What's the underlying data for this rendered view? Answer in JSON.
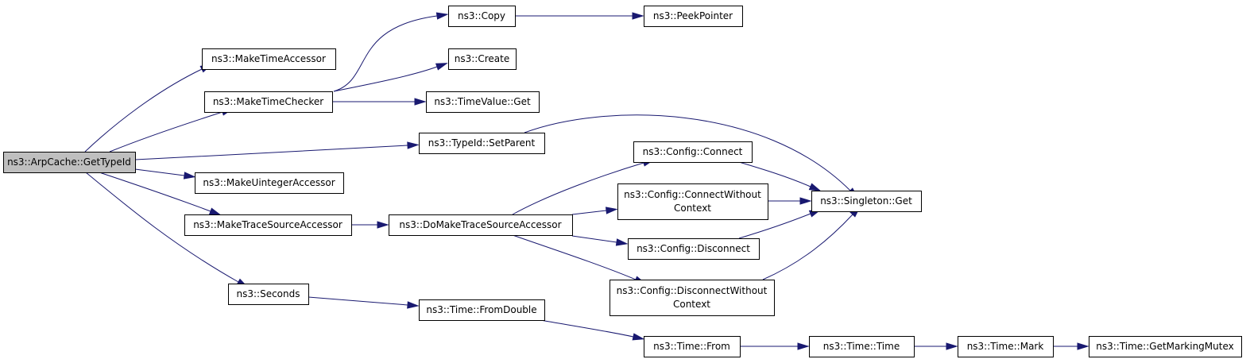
{
  "nodes": [
    {
      "id": "n1",
      "lines": [
        "ns3::ArpCache::GetTypeId"
      ]
    },
    {
      "id": "n2",
      "lines": [
        "ns3::MakeTimeAccessor"
      ]
    },
    {
      "id": "n3",
      "lines": [
        "ns3::MakeTimeChecker"
      ]
    },
    {
      "id": "n4",
      "lines": [
        "ns3::MakeUintegerAccessor"
      ]
    },
    {
      "id": "n5",
      "lines": [
        "ns3::MakeTraceSourceAccessor"
      ]
    },
    {
      "id": "n6",
      "lines": [
        "ns3::Seconds"
      ]
    },
    {
      "id": "n7",
      "lines": [
        "ns3::TypeId::SetParent"
      ]
    },
    {
      "id": "n8",
      "lines": [
        "ns3::Copy"
      ]
    },
    {
      "id": "n9",
      "lines": [
        "ns3::Create"
      ]
    },
    {
      "id": "n10",
      "lines": [
        "ns3::TimeValue::Get"
      ]
    },
    {
      "id": "n11",
      "lines": [
        "ns3::PeekPointer"
      ]
    },
    {
      "id": "n12",
      "lines": [
        "ns3::Singleton::Get"
      ]
    },
    {
      "id": "n13",
      "lines": [
        "ns3::DoMakeTraceSourceAccessor"
      ]
    },
    {
      "id": "n14",
      "lines": [
        "ns3::Config::Connect"
      ]
    },
    {
      "id": "n15",
      "lines": [
        "ns3::Config::ConnectWithout",
        "Context"
      ]
    },
    {
      "id": "n16",
      "lines": [
        "ns3::Config::Disconnect"
      ]
    },
    {
      "id": "n17",
      "lines": [
        "ns3::Config::DisconnectWithout",
        "Context"
      ]
    },
    {
      "id": "n18",
      "lines": [
        "ns3::Time::FromDouble"
      ]
    },
    {
      "id": "n19",
      "lines": [
        "ns3::Time::From"
      ]
    },
    {
      "id": "n20",
      "lines": [
        "ns3::Time::Time"
      ]
    },
    {
      "id": "n21",
      "lines": [
        "ns3::Time::Mark"
      ]
    },
    {
      "id": "n22",
      "lines": [
        "ns3::Time::GetMarkingMutex"
      ]
    }
  ],
  "edges": [
    {
      "from": "n1",
      "to": "n2"
    },
    {
      "from": "n1",
      "to": "n3"
    },
    {
      "from": "n1",
      "to": "n7"
    },
    {
      "from": "n1",
      "to": "n4"
    },
    {
      "from": "n1",
      "to": "n5"
    },
    {
      "from": "n1",
      "to": "n6"
    },
    {
      "from": "n3",
      "to": "n8"
    },
    {
      "from": "n3",
      "to": "n9"
    },
    {
      "from": "n3",
      "to": "n10"
    },
    {
      "from": "n8",
      "to": "n11"
    },
    {
      "from": "n7",
      "to": "n12"
    },
    {
      "from": "n5",
      "to": "n13"
    },
    {
      "from": "n13",
      "to": "n14"
    },
    {
      "from": "n13",
      "to": "n15"
    },
    {
      "from": "n13",
      "to": "n16"
    },
    {
      "from": "n13",
      "to": "n17"
    },
    {
      "from": "n14",
      "to": "n12"
    },
    {
      "from": "n15",
      "to": "n12"
    },
    {
      "from": "n16",
      "to": "n12"
    },
    {
      "from": "n17",
      "to": "n12"
    },
    {
      "from": "n6",
      "to": "n18"
    },
    {
      "from": "n18",
      "to": "n19"
    },
    {
      "from": "n19",
      "to": "n20"
    },
    {
      "from": "n20",
      "to": "n21"
    },
    {
      "from": "n21",
      "to": "n22"
    }
  ]
}
